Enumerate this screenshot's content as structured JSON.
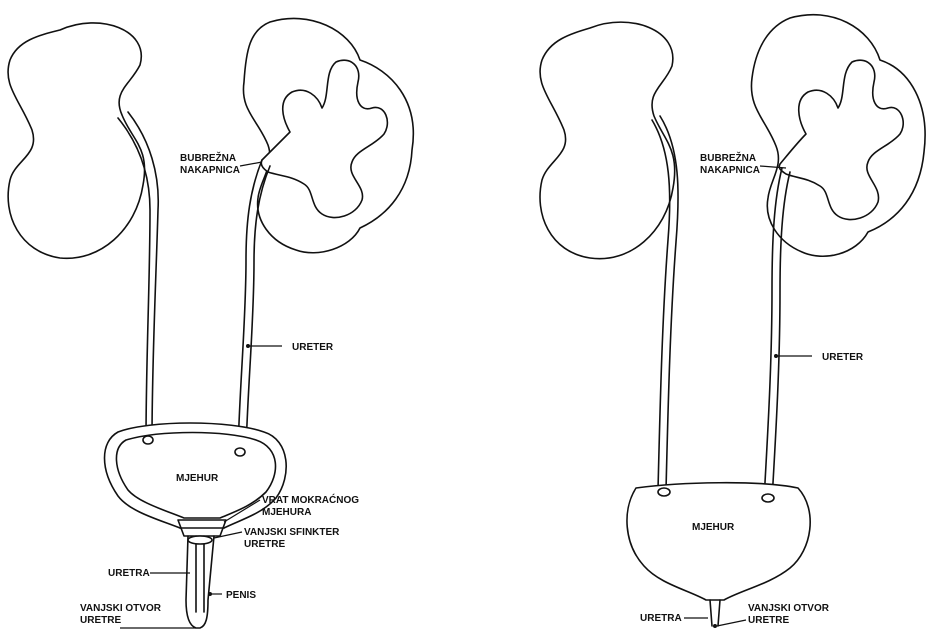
{
  "colors": {
    "ink": "#111111",
    "background": "#ffffff"
  },
  "male": {
    "labels": {
      "renal_pelvis": [
        "BUBREŽNA",
        "NAKAPNICA"
      ],
      "ureter": "URETER",
      "bladder": "MJEHUR",
      "bladder_neck": [
        "VRAT MOKRAĆNOG",
        "MJEHURA"
      ],
      "external_sphincter": [
        "VANJSKI SFINKTER",
        "URETRE"
      ],
      "urethra": "URETRA",
      "penis": "PENIS",
      "external_orifice": [
        "VANJSKI OTVOR",
        "URETRE"
      ]
    }
  },
  "female": {
    "labels": {
      "renal_pelvis": [
        "BUBREŽNA",
        "NAKAPNICA"
      ],
      "ureter": "URETER",
      "bladder": "MJEHUR",
      "urethra": "URETRA",
      "external_orifice": [
        "VANJSKI OTVOR",
        "URETRE"
      ]
    }
  }
}
